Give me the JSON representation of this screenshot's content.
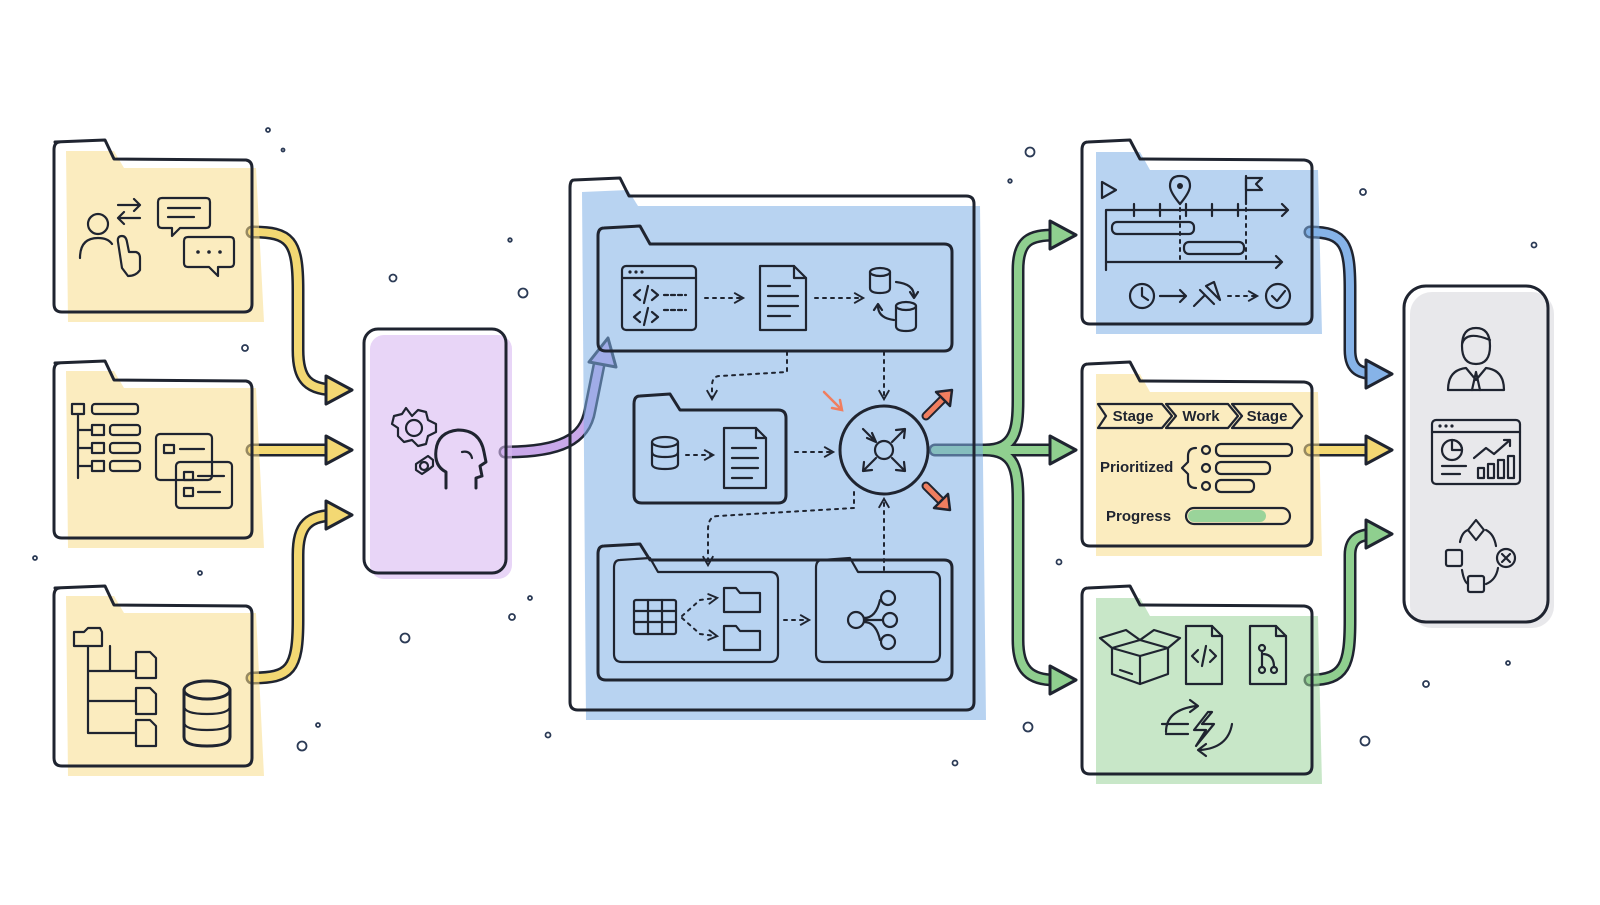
{
  "colors": {
    "yellow": "#f8dd8a",
    "purple": "#d5b8ef",
    "blue": "#7eaee6",
    "blue_light": "#dfeefe",
    "grey_light": "#e8e8ea",
    "orange": "#f07e5f",
    "green": "#9ad49a",
    "grey": "#d8d9dd",
    "ink": "#1f2430",
    "arrow_yellow": "#f3d873",
    "arrow_purple": "#c9a8ea",
    "arrow_green": "#8fcf8f",
    "arrow_blue": "#86b3e8"
  },
  "labels": {
    "stage_1": "Stage",
    "work": "Work",
    "stage_2": "Stage",
    "prioritized": "Prioritized",
    "progress": "Progress"
  },
  "progress_fill": 0.78,
  "icons": [
    "user-click-icon",
    "swap-arrows-icon",
    "chat-bubble-icon",
    "chat-dots-icon",
    "tree-list-icon",
    "cards-icon",
    "folder-tree-icon",
    "database-icon",
    "gears-head-icon",
    "code-window-icon",
    "document-icon",
    "database-sync-icon",
    "database-small-icon",
    "table-grid-icon",
    "folder-icon",
    "network-nodes-icon",
    "hub-icon",
    "play-icon",
    "location-pin-icon",
    "flag-icon",
    "clock-icon",
    "check-circle-icon",
    "box-icon",
    "code-file-icon",
    "git-file-icon",
    "lightning-sync-icon",
    "user-avatar-icon",
    "dashboard-icon",
    "workflow-icon"
  ]
}
